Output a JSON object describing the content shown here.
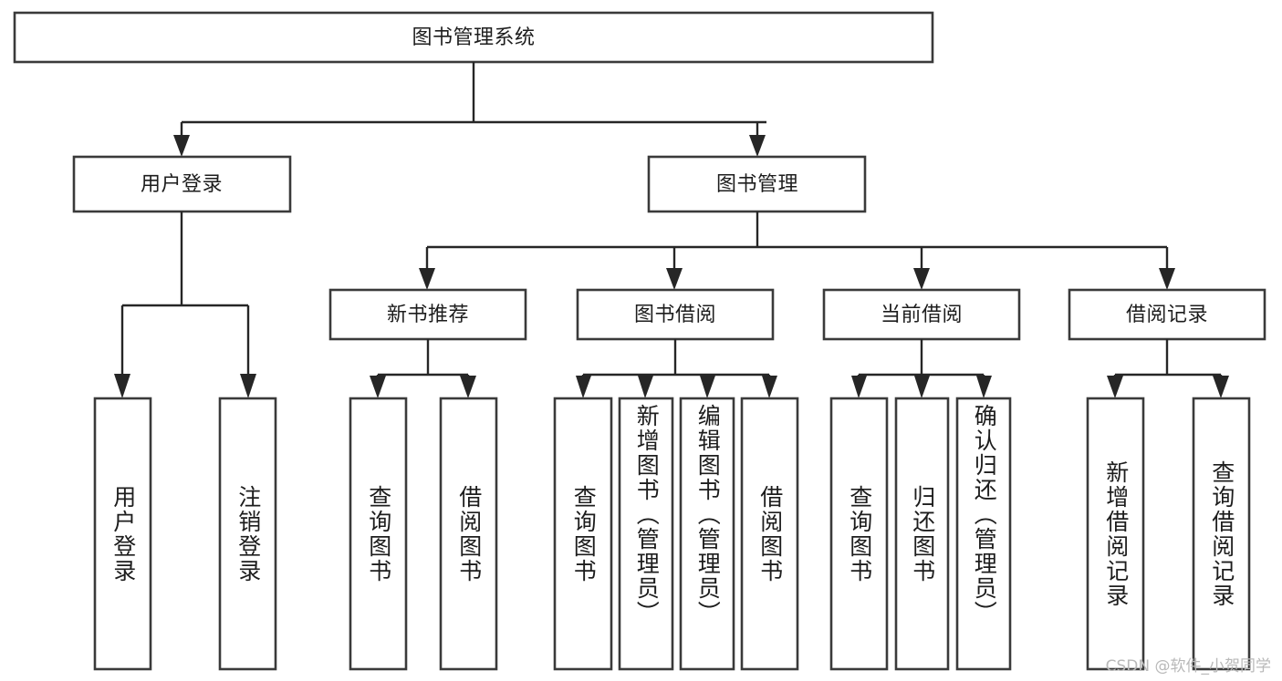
{
  "diagram": {
    "type": "tree-hierarchy",
    "title": "图书管理系统",
    "orientation": "top-down",
    "colors": {
      "box_stroke": "#3a3a3a",
      "box_fill": "#ffffff",
      "connector": "#262626",
      "text": "#1d1d1d",
      "watermark": "#b9b9b9",
      "background": "#ffffff"
    },
    "root": {
      "id": "root",
      "label": "图书管理系统"
    },
    "level2": [
      {
        "id": "user-login",
        "label": "用户登录"
      },
      {
        "id": "book-management",
        "label": "图书管理"
      }
    ],
    "level3": [
      {
        "id": "new-book-recommend",
        "label": "新书推荐",
        "parent": "book-management"
      },
      {
        "id": "book-borrow",
        "label": "图书借阅",
        "parent": "book-management"
      },
      {
        "id": "current-borrow",
        "label": "当前借阅",
        "parent": "book-management"
      },
      {
        "id": "borrow-record",
        "label": "借阅记录",
        "parent": "book-management"
      }
    ],
    "leaves": {
      "user_login": [
        {
          "id": "leaf-user-login",
          "label": "用户登录"
        },
        {
          "id": "leaf-user-logout",
          "label": "注销登录"
        }
      ],
      "new_book_recommend": [
        {
          "id": "leaf-query-book-1",
          "label": "查询图书"
        },
        {
          "id": "leaf-borrow-book-1",
          "label": "借阅图书"
        }
      ],
      "book_borrow": [
        {
          "id": "leaf-query-book-2",
          "label": "查询图书"
        },
        {
          "id": "leaf-add-book",
          "label": "新增图书（管理员）"
        },
        {
          "id": "leaf-edit-book",
          "label": "编辑图书（管理员）"
        },
        {
          "id": "leaf-borrow-book-2",
          "label": "借阅图书"
        }
      ],
      "current_borrow": [
        {
          "id": "leaf-query-book-3",
          "label": "查询图书"
        },
        {
          "id": "leaf-return-book",
          "label": "归还图书"
        },
        {
          "id": "leaf-confirm-return",
          "label": "确认归还（管理员）"
        }
      ],
      "borrow_record": [
        {
          "id": "leaf-add-record",
          "label": "新增借阅记录"
        },
        {
          "id": "leaf-query-record",
          "label": "查询借阅记录"
        }
      ]
    }
  },
  "watermark": {
    "text": "CSDN @软件_小贺同学"
  }
}
